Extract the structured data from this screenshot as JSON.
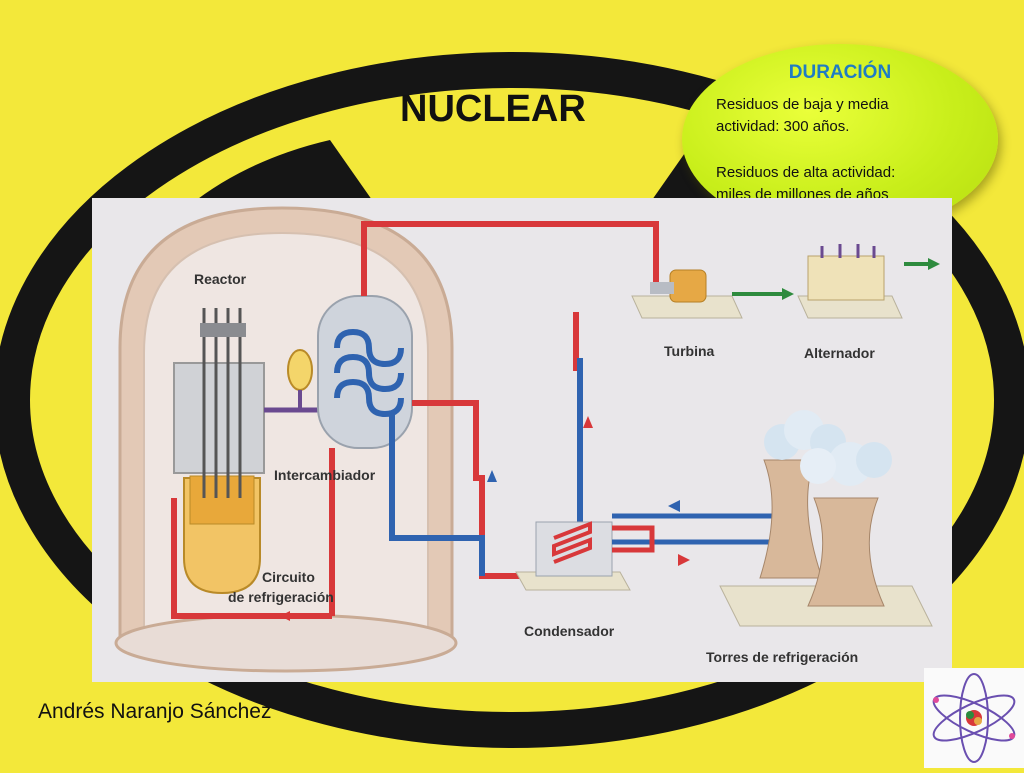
{
  "title": "NUCLEAR",
  "duration": {
    "title": "DURACIÓN",
    "line1": "Residuos de baja y media",
    "line2": "actividad: 300 años.",
    "line3": "Residuos de alta actividad:",
    "line4": "miles de millones de años"
  },
  "author": "Andrés Naranjo Sánchez",
  "diagram": {
    "reactor": "Reactor",
    "intercambiador": "Intercambiador",
    "circuito1": "Circuito",
    "circuito2": "de refrigeración",
    "turbina": "Turbina",
    "alternador": "Alternador",
    "condensador": "Condensador",
    "torres": "Torres de refrigeración"
  },
  "colors": {
    "background": "#f3e83a",
    "hot_pipe": "#d8383a",
    "cold_pipe": "#2f63b0",
    "output_arrow": "#2e8b3e",
    "bubble": "#c8ee1a",
    "bubble_title": "#1f7cc4"
  }
}
